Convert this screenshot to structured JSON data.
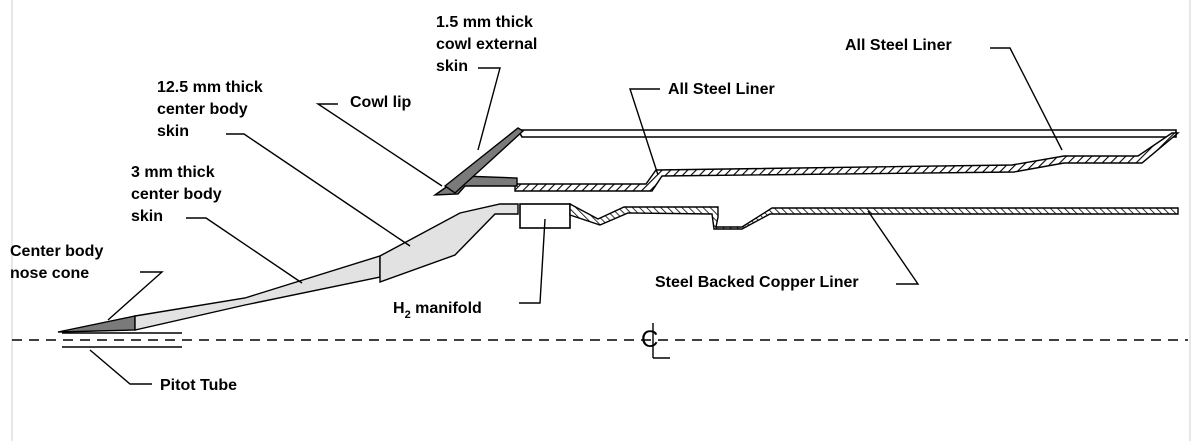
{
  "diagram": {
    "labels": {
      "cowl_skin": [
        "1.5 mm thick",
        "cowl external",
        "skin"
      ],
      "all_steel_liner_top": "All Steel Liner",
      "all_steel_liner_mid": "All Steel Liner",
      "cowl_lip": "Cowl lip",
      "center_body_skin_125": [
        "12.5 mm thick",
        "center body",
        "skin"
      ],
      "center_body_skin_3": [
        "3 mm thick",
        "center body",
        "skin"
      ],
      "nose_cone": [
        "Center body",
        "nose cone"
      ],
      "h2_manifold_main": "H",
      "h2_manifold_sub": "2",
      "h2_manifold_rest": " manifold",
      "steel_backed_copper_liner": "Steel Backed Copper Liner",
      "pitot_tube": "Pitot Tube",
      "centerline_symbol": "C"
    },
    "colors": {
      "background": "#ffffff",
      "line": "#000000",
      "light_fill": "#e2e2e2",
      "dark_fill": "#7a7a7a"
    }
  }
}
